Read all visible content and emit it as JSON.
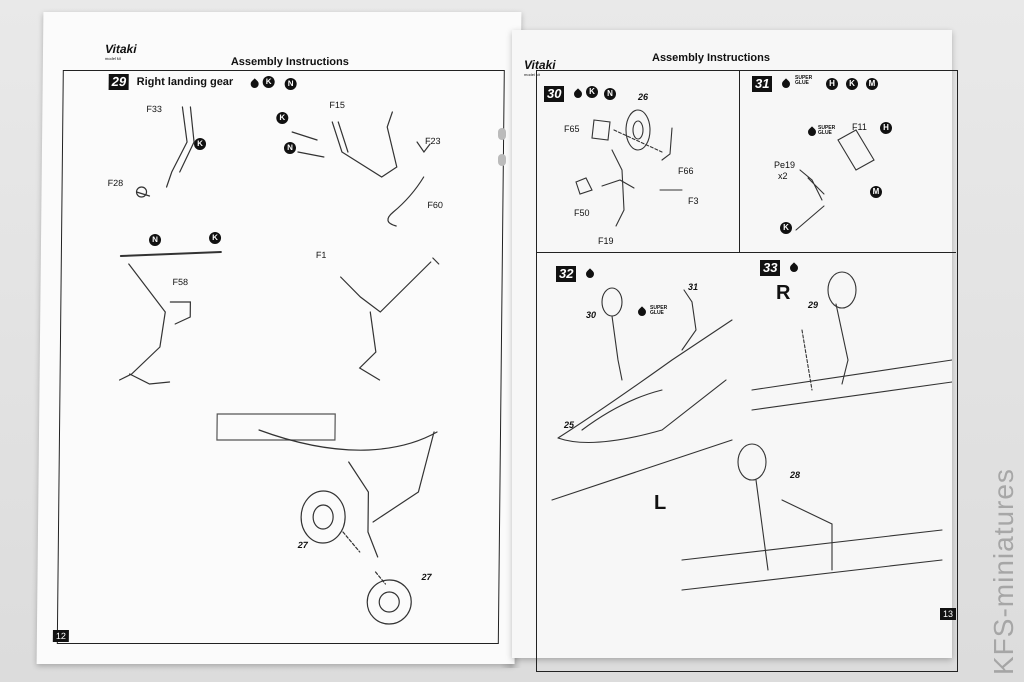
{
  "left_page": {
    "logo": "Vitaki",
    "logo_sub": "model kit",
    "header": "Assembly Instructions",
    "page_number": "12",
    "step29": {
      "number": "29",
      "title": "Right landing gear",
      "badges": [
        "K",
        "N"
      ],
      "parts": [
        "F33",
        "F15",
        "F23",
        "F28",
        "F60",
        "F58",
        "F1",
        "27",
        "27"
      ],
      "callouts": [
        "K",
        "N",
        "K",
        "N",
        "K"
      ]
    }
  },
  "right_page": {
    "logo": "Vitaki",
    "logo_sub": "model kit",
    "header": "Assembly Instructions",
    "page_number": "13",
    "step30": {
      "number": "30",
      "badges": [
        "K",
        "N"
      ],
      "parts": [
        "26",
        "F65",
        "F66",
        "F3",
        "F50",
        "F19"
      ]
    },
    "step31": {
      "number": "31",
      "glue": "SUPER GLUE",
      "badges": [
        "H",
        "K",
        "M"
      ],
      "parts": [
        "F11",
        "Pe19",
        "x2"
      ],
      "callouts": [
        "H",
        "M",
        "K"
      ],
      "glue2": "SUPER GLUE"
    },
    "step32": {
      "number": "32",
      "parts": [
        "31",
        "30",
        "25"
      ],
      "glue": "SUPER GLUE",
      "side": "L"
    },
    "step33": {
      "number": "33",
      "side": "R",
      "parts": [
        "29",
        "28"
      ]
    }
  },
  "watermark": "KFS-miniatures"
}
